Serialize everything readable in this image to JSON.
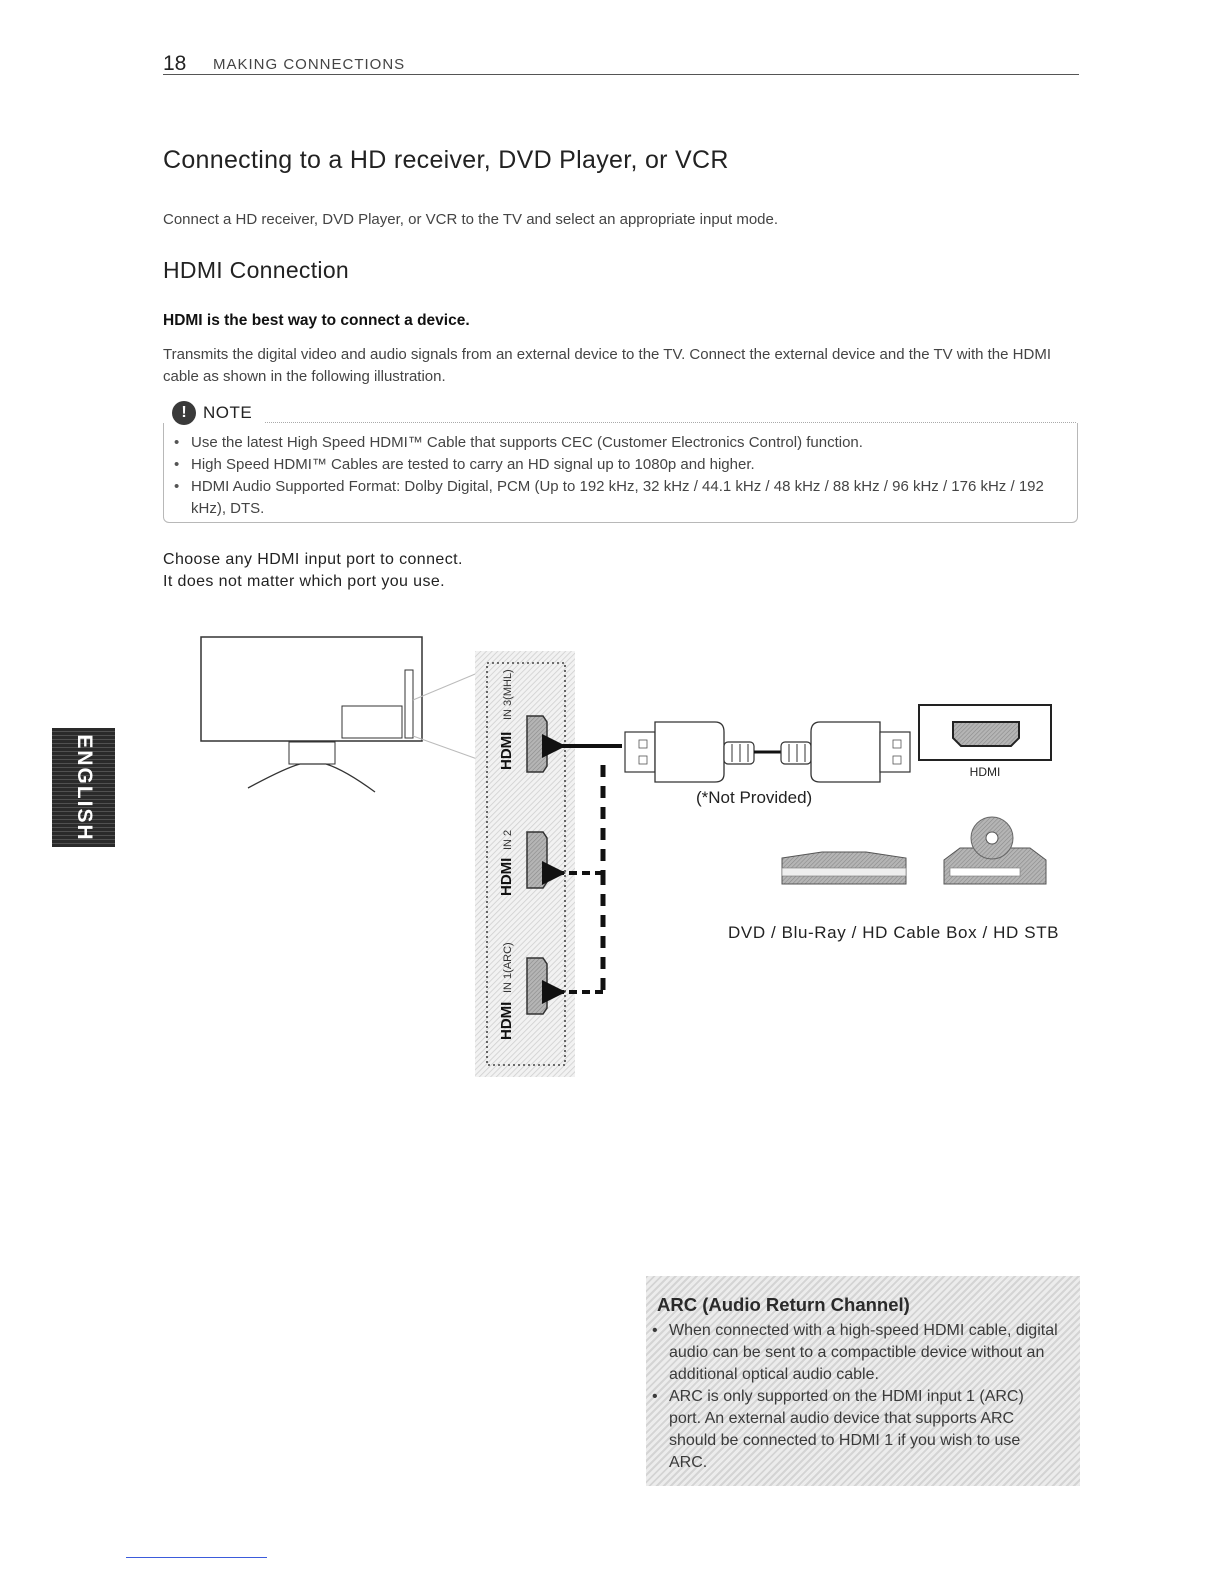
{
  "header": {
    "page_number": "18",
    "section": "MAKING CONNECTIONS"
  },
  "side_tab": {
    "label": "ENGLISH"
  },
  "title": "Connecting to a HD receiver, DVD Player, or VCR",
  "intro": "Connect a HD receiver, DVD Player, or VCR to the TV and select an appropriate input mode.",
  "subtitle": "HDMI Connection",
  "bold_line": "HDMI is the best way to connect a device.",
  "description": "Transmits the digital video and audio signals from an external device to the TV. Connect the external device and the TV with the HDMI cable as shown in the following illustration.",
  "note": {
    "icon": "!",
    "title": "NOTE",
    "items": [
      "Use the latest High Speed HDMI™ Cable that supports CEC (Customer Electronics Control) function.",
      "High Speed HDMI™ Cables are tested to carry an HD signal up to 1080p and higher.",
      "HDMI Audio Supported Format: Dolby Digital, PCM (Up to 192 kHz, 32 kHz / 44.1 kHz / 48 kHz / 88 kHz / 96 kHz / 176 kHz / 192 kHz), DTS."
    ]
  },
  "choose": {
    "line1": "Choose any HDMI input port to connect.",
    "line2": "It does not matter which port you use."
  },
  "diagram": {
    "ports": [
      {
        "logo": "HDMI",
        "label": "IN 3(MHL)"
      },
      {
        "logo": "HDMI",
        "label": "IN 2"
      },
      {
        "logo": "HDMI",
        "label": "IN 1(ARC)"
      }
    ],
    "cable_note": "(*Not Provided)",
    "device_port_label": "HDMI",
    "devices_caption": "DVD / Blu-Ray / HD Cable Box / HD STB"
  },
  "arc": {
    "title": "ARC (Audio Return Channel)",
    "items": [
      "When connected with a high-speed HDMI cable, digital audio can be sent to a compactible device without an additional optical audio cable.",
      "ARC is only supported on the HDMI input 1 (ARC) port. An external audio device that supports ARC should be connected to HDMI 1 if you wish to use ARC."
    ]
  }
}
